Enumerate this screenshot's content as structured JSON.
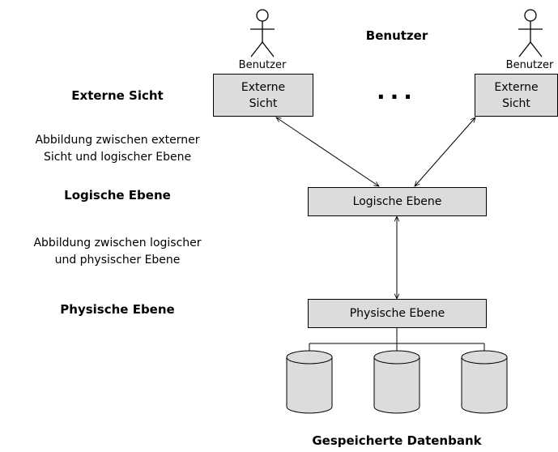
{
  "users_heading": "Benutzer",
  "user_left_label": "Benutzer",
  "user_right_label": "Benutzer",
  "ellipsis": "...",
  "external_view_left": [
    "Externe",
    "Sicht"
  ],
  "external_view_right": [
    "Externe",
    "Sicht"
  ],
  "logical_box": "Logische Ebene",
  "physical_box": "Physische Ebene",
  "side": {
    "external": "Externe Sicht",
    "mapping_ext_log": [
      "Abbildung zwischen externer",
      "Sicht und logischer Ebene"
    ],
    "logical": "Logische Ebene",
    "mapping_log_phys": [
      "Abbildung zwischen logischer",
      "und physischer Ebene"
    ],
    "physical": "Physische Ebene"
  },
  "storage_label": "Gespeicherte Datenbank",
  "colors": {
    "box_fill": "#dcdcdc",
    "stroke": "#000000"
  }
}
